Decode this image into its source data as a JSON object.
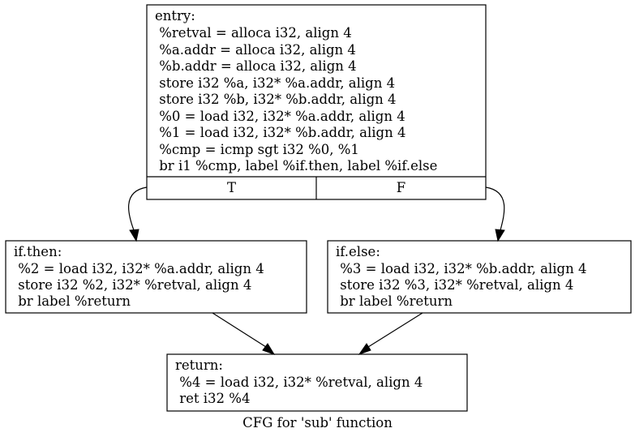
{
  "graph": {
    "caption": "CFG for 'sub' function",
    "nodes": {
      "entry": {
        "lines": [
          "entry:",
          " %retval = alloca i32, align 4",
          " %a.addr = alloca i32, align 4",
          " %b.addr = alloca i32, align 4",
          " store i32 %a, i32* %a.addr, align 4",
          " store i32 %b, i32* %b.addr, align 4",
          " %0 = load i32, i32* %a.addr, align 4",
          " %1 = load i32, i32* %b.addr, align 4",
          " %cmp = icmp sgt i32 %0, %1",
          " br i1 %cmp, label %if.then, label %if.else"
        ],
        "true_port": "T",
        "false_port": "F"
      },
      "if_then": {
        "lines": [
          "if.then:",
          " %2 = load i32, i32* %a.addr, align 4",
          " store i32 %2, i32* %retval, align 4",
          " br label %return"
        ]
      },
      "if_else": {
        "lines": [
          "if.else:",
          " %3 = load i32, i32* %b.addr, align 4",
          " store i32 %3, i32* %retval, align 4",
          " br label %return"
        ]
      },
      "return": {
        "lines": [
          "return:",
          " %4 = load i32, i32* %retval, align 4",
          " ret i32 %4"
        ]
      }
    }
  }
}
